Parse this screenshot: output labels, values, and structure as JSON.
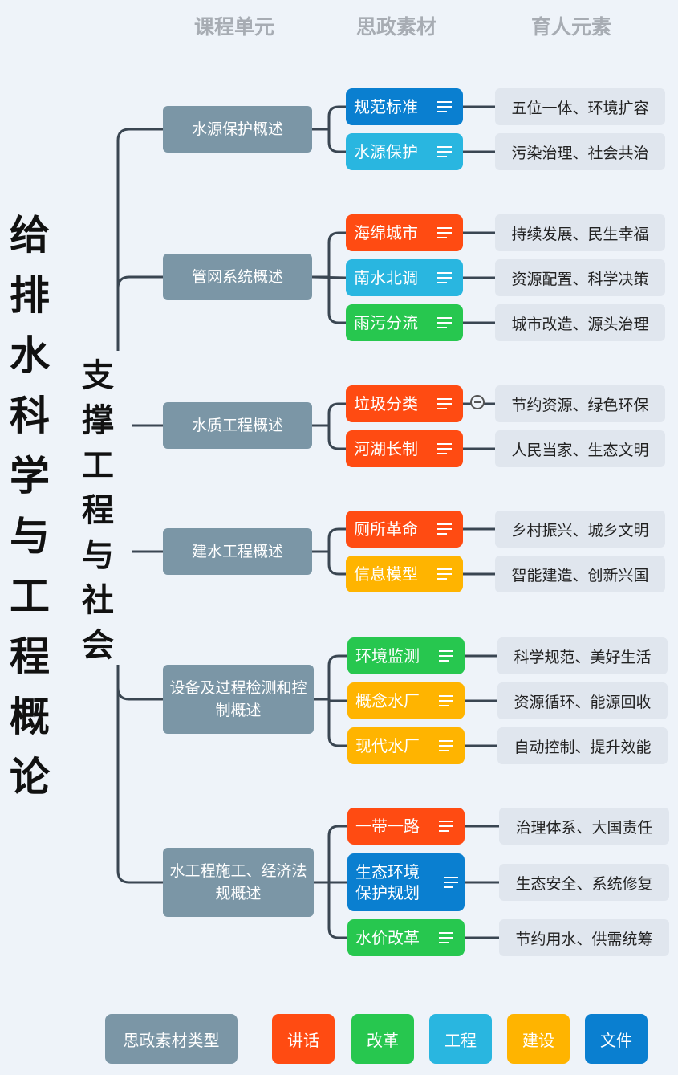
{
  "headers": [
    "课程单元",
    "思政素材",
    "育人元素"
  ],
  "title_main": [
    "给",
    "排",
    "水",
    "科",
    "学",
    "与",
    "工",
    "程",
    "概",
    "论"
  ],
  "title_sub": [
    "支",
    "撑",
    "工",
    "程",
    "与",
    "社",
    "会"
  ],
  "colors": {
    "讲话": "#ff4b12",
    "改革": "#27c74f",
    "工程": "#29b6e0",
    "建设": "#ffb400",
    "文件": "#0a7fd0",
    "unit": "#7b96a6",
    "element_bg": "#e0e6ee",
    "line": "#3a4652"
  },
  "units": [
    {
      "label": "水源保护概述",
      "materials": [
        {
          "label": "规范标准",
          "type": "文件",
          "element": "五位一体、环境扩容"
        },
        {
          "label": "水源保护",
          "type": "工程",
          "element": "污染治理、社会共治"
        }
      ]
    },
    {
      "label": "管网系统概述",
      "materials": [
        {
          "label": "海绵城市",
          "type": "讲话",
          "element": "持续发展、民生幸福"
        },
        {
          "label": "南水北调",
          "type": "工程",
          "element": "资源配置、科学决策"
        },
        {
          "label": "雨污分流",
          "type": "改革",
          "element": "城市改造、源头治理"
        }
      ]
    },
    {
      "label": "水质工程概述",
      "materials": [
        {
          "label": "垃圾分类",
          "type": "讲话",
          "element": "节约资源、绿色环保"
        },
        {
          "label": "河湖长制",
          "type": "讲话",
          "element": "人民当家、生态文明"
        }
      ]
    },
    {
      "label": "建水工程概述",
      "materials": [
        {
          "label": "厕所革命",
          "type": "讲话",
          "element": "乡村振兴、城乡文明"
        },
        {
          "label": "信息模型",
          "type": "建设",
          "element": "智能建造、创新兴国"
        }
      ]
    },
    {
      "label": "设备及过程检测和控制概述",
      "materials": [
        {
          "label": "环境监测",
          "type": "改革",
          "element": "科学规范、美好生活"
        },
        {
          "label": "概念水厂",
          "type": "建设",
          "element": "资源循环、能源回收"
        },
        {
          "label": "现代水厂",
          "type": "建设",
          "element": "自动控制、提升效能"
        }
      ]
    },
    {
      "label": "水工程施工、经济法规概述",
      "materials": [
        {
          "label": "一带一路",
          "type": "讲话",
          "element": "治理体系、大国责任"
        },
        {
          "label": "生态环境保护规划",
          "type": "文件",
          "element": "生态安全、系统修复"
        },
        {
          "label": "水价改革",
          "type": "改革",
          "element": "节约用水、供需统筹"
        }
      ]
    }
  ],
  "legend": {
    "title": "思政素材类型",
    "items": [
      {
        "label": "讲话",
        "color": "#ff4b12"
      },
      {
        "label": "改革",
        "color": "#27c74f"
      },
      {
        "label": "工程",
        "color": "#29b6e0"
      },
      {
        "label": "建设",
        "color": "#ffb400"
      },
      {
        "label": "文件",
        "color": "#0a7fd0"
      }
    ]
  }
}
